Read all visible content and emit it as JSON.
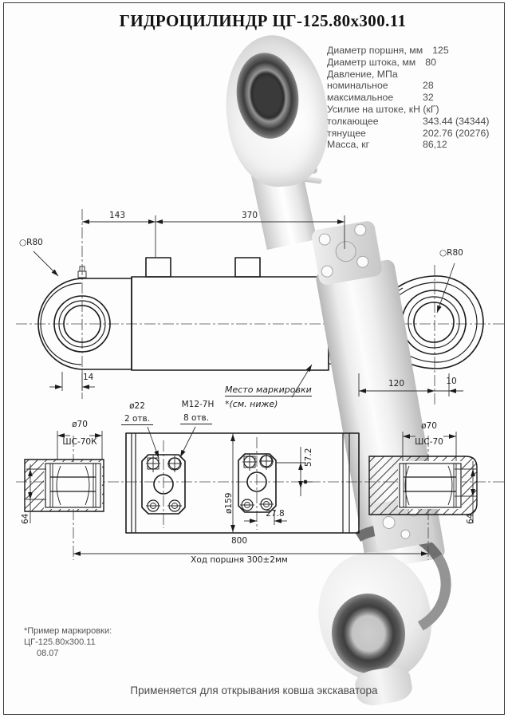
{
  "title": "ГИДРОЦИЛИНДР ЦГ-125.80х300.11",
  "specs": {
    "rows": [
      {
        "label": "Диаметр поршня, мм",
        "value": "125"
      },
      {
        "label": "Диаметр штока, мм",
        "value": "80"
      },
      {
        "label": "Давление, МПа",
        "value": ""
      },
      {
        "label": "номинальное",
        "value": "28"
      },
      {
        "label": "максимальное",
        "value": "32"
      },
      {
        "label": "Усилие на штоке, кН (кГ)",
        "value": ""
      },
      {
        "label": "толкающее",
        "value": "343.44 (34344)"
      },
      {
        "label": "тянущее",
        "value": "202.76 (20276)"
      },
      {
        "label": "Масса, кг",
        "value": "86,12"
      }
    ]
  },
  "upper_view": {
    "dims": {
      "d143": "143",
      "d370": "370",
      "d14": "14",
      "d120": "120",
      "d10": "10"
    },
    "labels": {
      "sphere_left": "○R80",
      "sphere_right": "○R80",
      "marking_spot": "Место маркировки",
      "see_below": "*(см. ниже)"
    }
  },
  "lower_view": {
    "dims": {
      "dia70_left": "ø70",
      "bearing_left": "ШС-70К",
      "dia22": "ø22",
      "dia22_holes": "2 отв.",
      "thread": "М12-7Н",
      "thread_holes": "8 отв.",
      "d57": "57.2",
      "dia159": "ø159",
      "d27": "27.8",
      "dia70_right": "ø70",
      "bearing_right": "ШС-70",
      "d64_left": "64",
      "d64_right": "64",
      "d800": "800",
      "stroke": "Ход поршня 300±2мм"
    }
  },
  "footer": {
    "marking_note": "*Пример маркировки:",
    "marking_value": "ЦГ-125.80х300.11",
    "marking_date": "08.07",
    "caption": "Применяется для открывания ковша экскаватора"
  }
}
